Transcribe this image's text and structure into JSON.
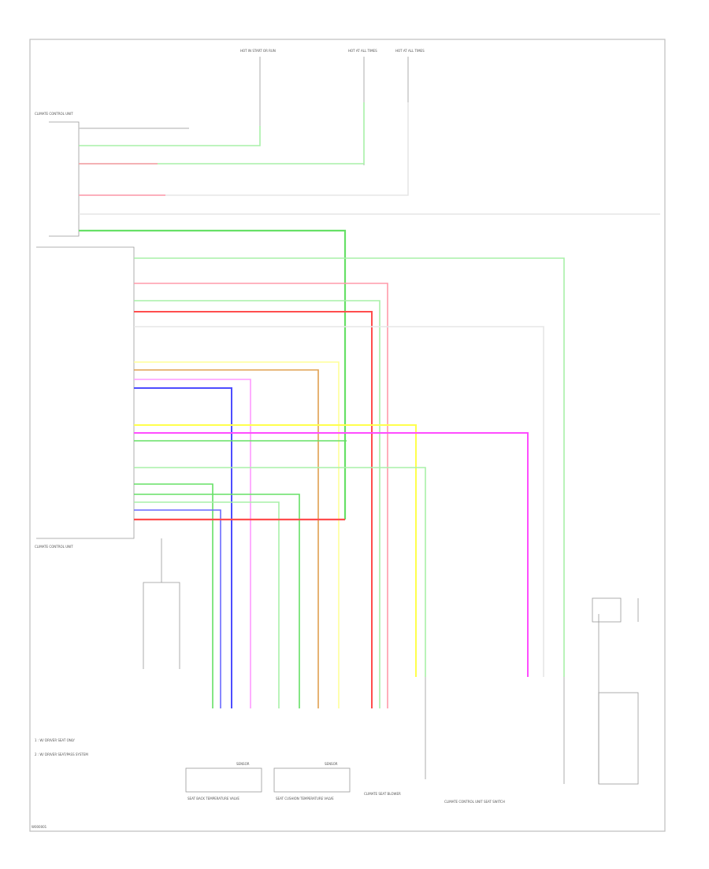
{
  "colors": {
    "frame": "#bdbdbd",
    "wire_gray": "#c8c8c8",
    "green": "#66e066",
    "lightgreen": "#a8f0a8",
    "red": "#ff4d4d",
    "pink": "#ff9aaa",
    "yellow": "#ffff4d",
    "lightyellow": "#ffff99",
    "blue": "#4d4dff",
    "violet": "#e066ff",
    "magenta": "#ff4dff",
    "orange": "#e0a050",
    "text": "#666666"
  },
  "diagram_labels": {
    "hot_in_start": "HOT IN START OR RUN",
    "hot_at_all_times_1": "HOT AT ALL TIMES",
    "hot_at_all_times_2": "HOT AT ALL TIMES",
    "control_unit_top": "CLIMATE CONTROL UNIT",
    "control_unit_main": "CLIMATE CONTROL UNIT",
    "seat_sensor_left": "SENSOR",
    "seat_sensor_right": "SENSOR",
    "actuator_left": "SEAT BACK TEMPERATURE VALVE",
    "actuator_right": "SEAT CUSHION TEMPERATURE VALVE",
    "blower_module": "CLIMATE SEAT BLOWER",
    "seat_switch": "CLIMATE CONTROL UNIT SEAT SWITCH",
    "note_1": "1 : W/ DRIVER SEAT ONLY",
    "note_2": "2 : W/ DRIVER SEAT/PASS SYSTEM",
    "footer_code": "W000001"
  }
}
